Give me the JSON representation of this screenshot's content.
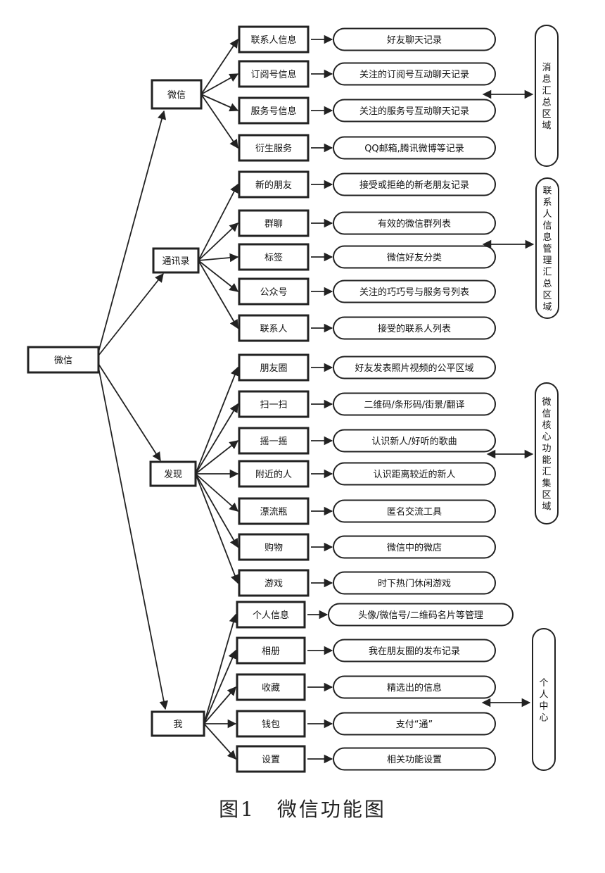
{
  "root": {
    "label": "微信"
  },
  "categories": [
    {
      "label": "微信",
      "items": [
        {
          "label": "联系人信息",
          "desc": "好友聊天记录"
        },
        {
          "label": "订阅号信息",
          "desc": "关注的订阅号互动聊天记录"
        },
        {
          "label": "服务号信息",
          "desc": "关注的服务号互动聊天记录"
        },
        {
          "label": "衍生服务",
          "desc": "QQ邮箱,腾讯微博等记录"
        }
      ]
    },
    {
      "label": "通讯录",
      "items": [
        {
          "label": "新的朋友",
          "desc": "接受或拒绝的新老朋友记录"
        },
        {
          "label": "群聊",
          "desc": "有效的微信群列表"
        },
        {
          "label": "标签",
          "desc": "微信好友分类"
        },
        {
          "label": "公众号",
          "desc": "关注的巧巧号与服务号列表"
        },
        {
          "label": "联系人",
          "desc": "接受的联系人列表"
        }
      ]
    },
    {
      "label": "发现",
      "items": [
        {
          "label": "朋友圈",
          "desc": "好友发表照片视频的公平区域"
        },
        {
          "label": "扫一扫",
          "desc": "二维码/条形码/街景/翻译"
        },
        {
          "label": "摇一摇",
          "desc": "认识新人/好听的歌曲"
        },
        {
          "label": "附近的人",
          "desc": "认识距离较近的新人"
        },
        {
          "label": "漂流瓶",
          "desc": "匿名交流工具"
        },
        {
          "label": "购物",
          "desc": "微信中的微店"
        },
        {
          "label": "游戏",
          "desc": "时下热门休闲游戏"
        }
      ]
    },
    {
      "label": "我",
      "items": [
        {
          "label": "个人信息",
          "desc": "头像/微信号/二维码名片等管理"
        },
        {
          "label": "相册",
          "desc": "我在朋友圈的发布记录"
        },
        {
          "label": "收藏",
          "desc": "精选出的信息"
        },
        {
          "label": "钱包",
          "desc": "支付“通”"
        },
        {
          "label": "设置",
          "desc": "相关功能设置"
        }
      ]
    }
  ],
  "regions": [
    {
      "label": "消息汇总区域"
    },
    {
      "label": "联系人信息管理汇总区域"
    },
    {
      "label": "微信核心功能汇集区域"
    },
    {
      "label": "个人中心"
    }
  ],
  "caption": "图1　微信功能图",
  "colors": {
    "stroke": "#222222",
    "background": "#ffffff"
  }
}
